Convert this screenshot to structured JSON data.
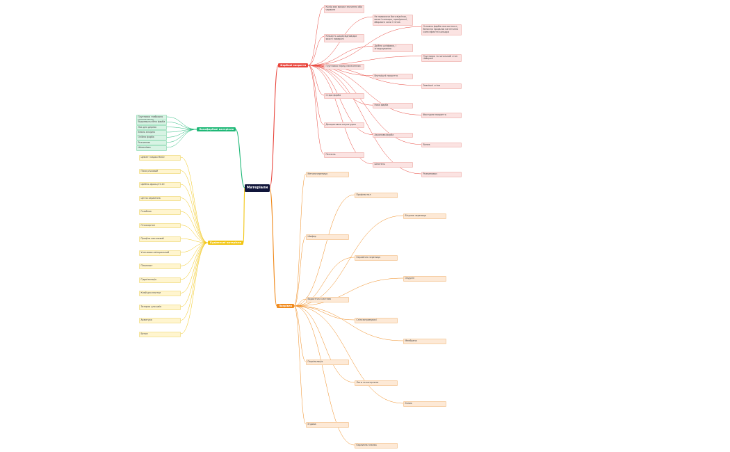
{
  "root": {
    "label": "Матеріали"
  },
  "branches": [
    {
      "id": "red",
      "label": "Фарбові покриття",
      "color": "#e8453c"
    },
    {
      "id": "green",
      "label": "Лакофарбові матеріали",
      "color": "#1fb877"
    },
    {
      "id": "yellow",
      "label": "Будівельні матеріали",
      "color": "#f2c511"
    },
    {
      "id": "orange",
      "label": "Покрівля",
      "color": "#f08a1c"
    }
  ],
  "red_nodes": [
    "Колір має високе значення або червоне",
    "Не зважаючи його відтінок, вологі кольори, провідності, вбираючі сили і тепла",
    "Основна фарба має контекст, Велична проявляє нагнітання схем ефектні кольори",
    "Кількість шарів відповідає якості поверхні",
    "Дрібна шліфовка, і згладжування",
    "Ґрунтовка та загальний стан поверхні",
    "Ґрунтовка перед нанесенням",
    "Внутрішні покриття",
    "Зовнішні стіни",
    "Стара фарба",
    "Нова фарба",
    "Фактурне покриття",
    "Декоративна штукатурка",
    "Акрилова фарба",
    "Валик",
    "Пензель",
    "Шпатель",
    "Розпилювач"
  ],
  "green_nodes": [
    "Ґрунтовка глибокого проникнення",
    "Водоемульсійна фарба",
    "Лак для дерева",
    "Емаль алкідна",
    "Олійна фарба",
    "Розчинник",
    "Шпаклівка"
  ],
  "yellow_nodes": [
    "Цемент марки М400",
    "Пісок річковий",
    "Щебінь фракції 5-20",
    "Цегла керамічна",
    "Газоблок",
    "Гіпсокартон",
    "Профіль металевий",
    "Утеплювач мінеральний",
    "Пінопласт",
    "Гідроізоляція",
    "Клей для плитки",
    "Затирка для швів",
    "Арматура",
    "Бетон"
  ],
  "orange_nodes": [
    "Металочерепиця",
    "Профнастил",
    "Бітумна черепиця",
    "Шифер",
    "Керамічна черепиця",
    "Ондулін",
    "Водостічна система",
    "Снігозатримувачі",
    "Мембрана",
    "Пароізоляція",
    "Лати та контрлати",
    "Коник",
    "Ендова",
    "Карнизна планка"
  ]
}
